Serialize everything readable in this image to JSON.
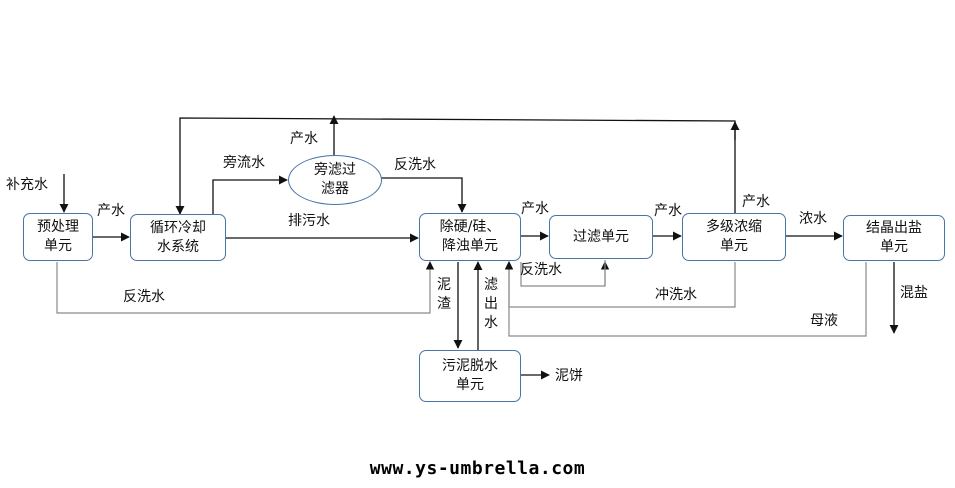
{
  "nodes": {
    "pretreat": "预处理\n单元",
    "cooling": "循环冷却\n水系统",
    "sidefilter": "旁滤过\n滤器",
    "softening": "除硬/硅、\n降浊单元",
    "filter": "过滤单元",
    "concentrate": "多级浓缩\n单元",
    "crystal": "结晶出盐\n单元",
    "sludge": "污泥脱水\n单元"
  },
  "labels": {
    "makeup": "补充水",
    "prod1": "产水",
    "sidestream": "旁流水",
    "prod_top": "产水",
    "backwash1": "反洗水",
    "blowdown": "排污水",
    "prod2": "产水",
    "prod3": "产水",
    "prod4": "产水",
    "concwater": "浓水",
    "backwash2": "反洗水",
    "backwash3": "反洗水",
    "flushwater": "冲洗水",
    "mother": "母液",
    "mixsalt": "混盐",
    "sludgecake": "泥饼",
    "residue": "泥\n渣",
    "filtrate": "滤\n出\n水"
  },
  "footer": "www.ys-umbrella.com"
}
